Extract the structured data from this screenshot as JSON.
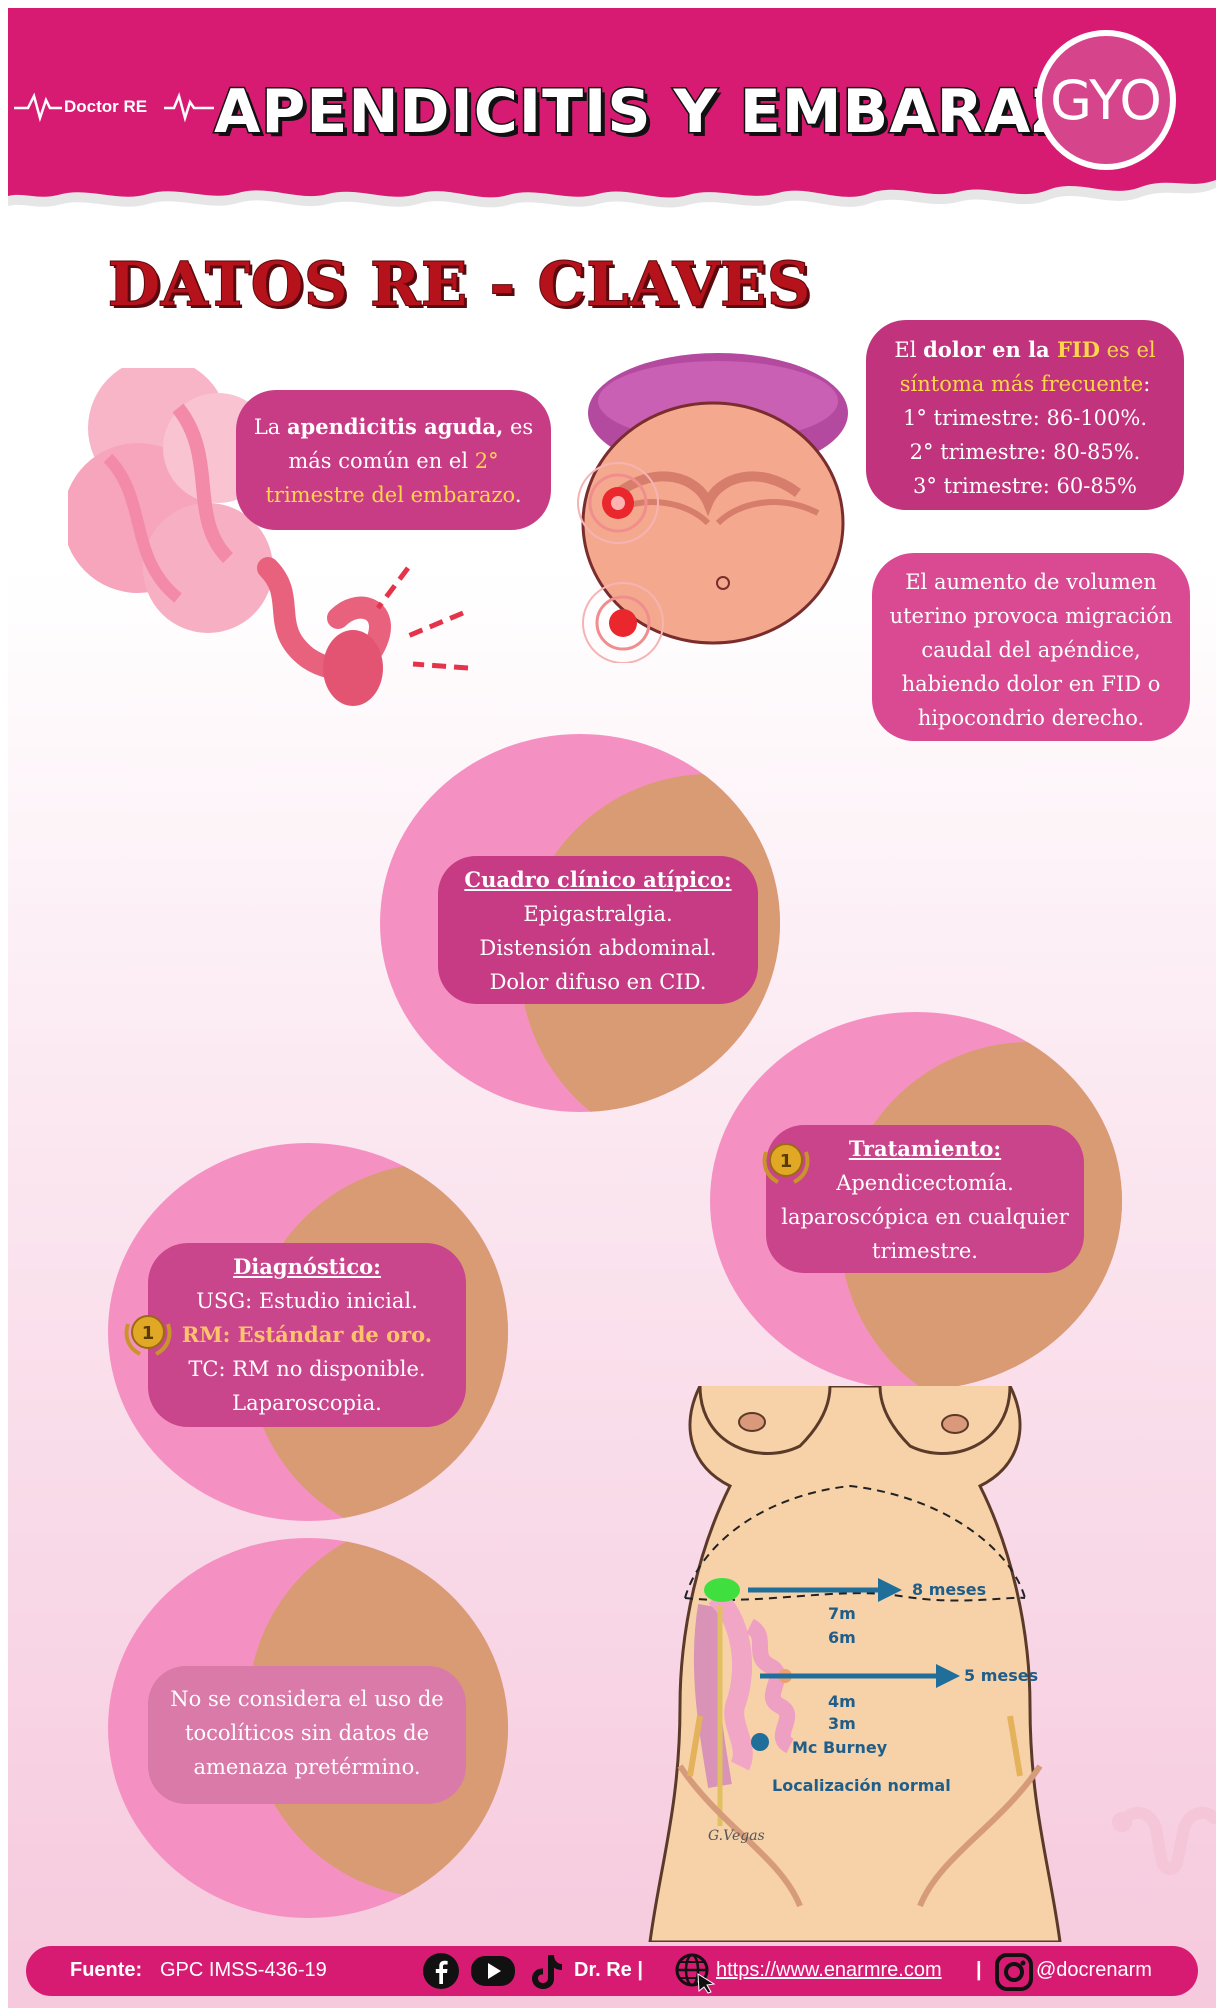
{
  "header": {
    "logo_text": "Doctor RE",
    "title": "APENDICITIS Y EMBARAZO",
    "badge": "GYO"
  },
  "section_title": "DATOS RE - CLAVES",
  "cards": {
    "frequency": {
      "prefix": "La ",
      "bold": "apendicitis aguda,",
      "middle": " es más común en el ",
      "highlight": "2° trimestre del embarazo",
      "suffix": "."
    },
    "pain": {
      "p1": "El ",
      "p2": "dolor en la",
      "p3": " FID",
      "p4": " es el síntoma más frecuente",
      "p5": ":",
      "t1": "1° trimestre: 86-100%.",
      "t2": "2° trimestre: 80-85%.",
      "t3": "3° trimestre: 60-85%"
    },
    "migration": {
      "text": "El aumento de volumen uterino provoca migración caudal del apéndice, habiendo dolor en FID o hipocondrio derecho."
    },
    "clinical": {
      "heading": "Cuadro clínico atípico:",
      "line1": "Epigastralgia.",
      "line2": "Distensión abdominal.",
      "line3": "Dolor difuso en CID."
    },
    "treatment": {
      "heading": "Tratamiento:",
      "text": "Apendicectomía. laparoscópica en cualquier trimestre."
    },
    "diagnosis": {
      "heading": "Diagnóstico:",
      "line1": "USG: Estudio inicial.",
      "line2": "RM: Estándar de oro.",
      "line3": "TC: RM no disponible.",
      "line4": "Laparoscopia."
    },
    "tocolytics": {
      "text": "No se considera el uso de tocolíticos sin datos de amenaza pretérmino."
    }
  },
  "medal_number": "1",
  "diagram": {
    "month_8": "8 meses",
    "month_5": "5 meses",
    "m7": "7m",
    "m6": "6m",
    "m4": "4m",
    "m3": "3m",
    "mcburney": "Mc Burney",
    "normal": "Localización normal",
    "signature": "G.Vegas"
  },
  "footer": {
    "source_label": "Fuente:",
    "source_value": "GPC IMSS-436-19",
    "name": "Dr. Re |",
    "url": "https://www.enarmre.com",
    "sep": "|",
    "handle": "@docrenarm"
  },
  "colors": {
    "magenta": "#d81b72",
    "card": "#c83c86",
    "highlight": "#ffd54a",
    "title_red": "#b5121b",
    "arrow_blue": "#1f6f9a"
  }
}
